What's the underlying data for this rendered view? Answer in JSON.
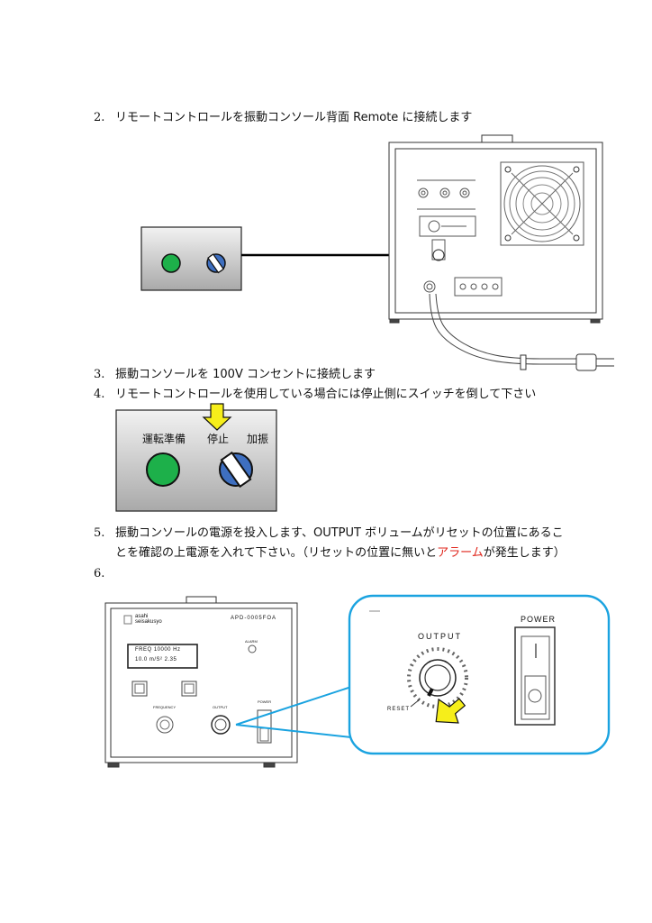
{
  "steps": {
    "s2": {
      "num": "2.",
      "text": "リモートコントロールを振動コンソール背面 Remote に接続します"
    },
    "s3": {
      "num": "3.",
      "text": "振動コンソールを 100V コンセントに接続します"
    },
    "s4": {
      "num": "4.",
      "text": "リモートコントロールを使用している場合には停止側にスイッチを倒して下さい"
    },
    "s5": {
      "num": "5.",
      "line1": "振動コンソールの電源を投入します、OUTPUT ボリュームがリセットの位置にあるこ",
      "line2_a": "とを確認の上電源を入れて下さい。（リセットの位置に無いと",
      "line2_red": "アラーム",
      "line2_b": "が発生します）"
    },
    "s6": {
      "num": "6."
    }
  },
  "remote_panel": {
    "label_ready": "運転準備",
    "label_stop": "停止",
    "label_excite": "加振"
  },
  "console_front": {
    "brand_1": "asahi",
    "brand_2": "seisakusyo",
    "model": "APD-0005FOA",
    "display_line1": "FREQ 10000 Hz",
    "display_line2": "10.0 m/S² 2.35",
    "label_frequency": "FREQUENCY",
    "label_output": "OUTPUT",
    "label_power": "POWER",
    "label_alarm": "ALARM"
  },
  "zoom": {
    "label_output": "OUTPUT",
    "label_power": "POWER",
    "label_reset": "RESET"
  },
  "colors": {
    "accent_red": "#e0261c",
    "callout_blue": "#1aa3e0",
    "lamp_green": "#1db04a",
    "knob_blue": "#3e6fc0",
    "arrow_yellow": "#f6ee1a"
  }
}
